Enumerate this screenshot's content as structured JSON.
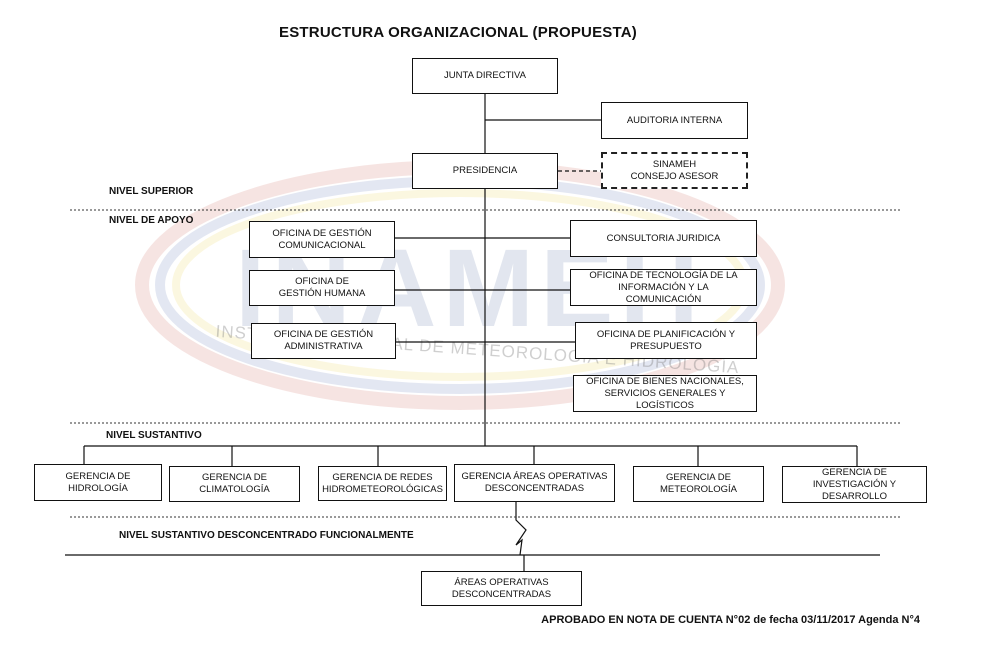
{
  "title": "ESTRUCTURA ORGANIZACIONAL  (PROPUESTA)",
  "watermark": {
    "logo_text": "INAMEH",
    "caption": "INSTITUTO NACIONAL DE METEOROLOGÍA E HIDROLOGÍA"
  },
  "levels": {
    "superior": "NIVEL SUPERIOR",
    "apoyo": "NIVEL DE APOYO",
    "sustantivo": "NIVEL SUSTANTIVO",
    "desconcentrado": "NIVEL SUSTANTIVO  DESCONCENTRADO FUNCIONALMENTE"
  },
  "units": {
    "junta": "JUNTA DIRECTIVA",
    "auditoria": "AUDITORIA  INTERNA",
    "presidencia": "PRESIDENCIA",
    "sinameh": "SINAMEH\nCONSEJO ASESOR",
    "comunicacional": "OFICINA DE GESTIÓN\nCOMUNICACIONAL",
    "consultoria": "CONSULTORIA  JURIDICA",
    "humana": "OFICINA DE\nGESTIÓN  HUMANA",
    "tecnologia": "OFICINA DE TECNOLOGÍA DE LA\nINFORMACIÓN Y LA\nCOMUNICACIÓN",
    "administrativa": "OFICINA DE GESTIÓN\nADMINISTRATIVA",
    "planificacion": "OFICINA DE PLANIFICACIÓN  Y\nPRESUPUESTO",
    "bienes": "OFICINA DE BIENES NACIONALES,\nSERVICIOS  GENERALES  Y\nLOGÍSTICOS",
    "hidrologia": "GERENCIA DE\nHIDROLOGÍA",
    "climatologia": "GERENCIA DE\nCLIMATOLOGÍA",
    "redes": "GERENCIA DE REDES\nHIDROMETEOROLÓGICAS",
    "areas_gerencia": "GERENCIA ÁREAS OPERATIVAS\nDESCONCENTRADAS",
    "meteorologia": "GERENCIA DE\nMETEOROLOGÍA",
    "investigacion": "GERENCIA DE\nINVESTIGACIÓN  Y\nDESARROLLO",
    "areas": "ÁREAS OPERATIVAS\nDESCONCENTRADAS"
  },
  "footer": "APROBADO EN NOTA DE CUENTA N°02 de fecha 03/11/2017 Agenda N°4"
}
